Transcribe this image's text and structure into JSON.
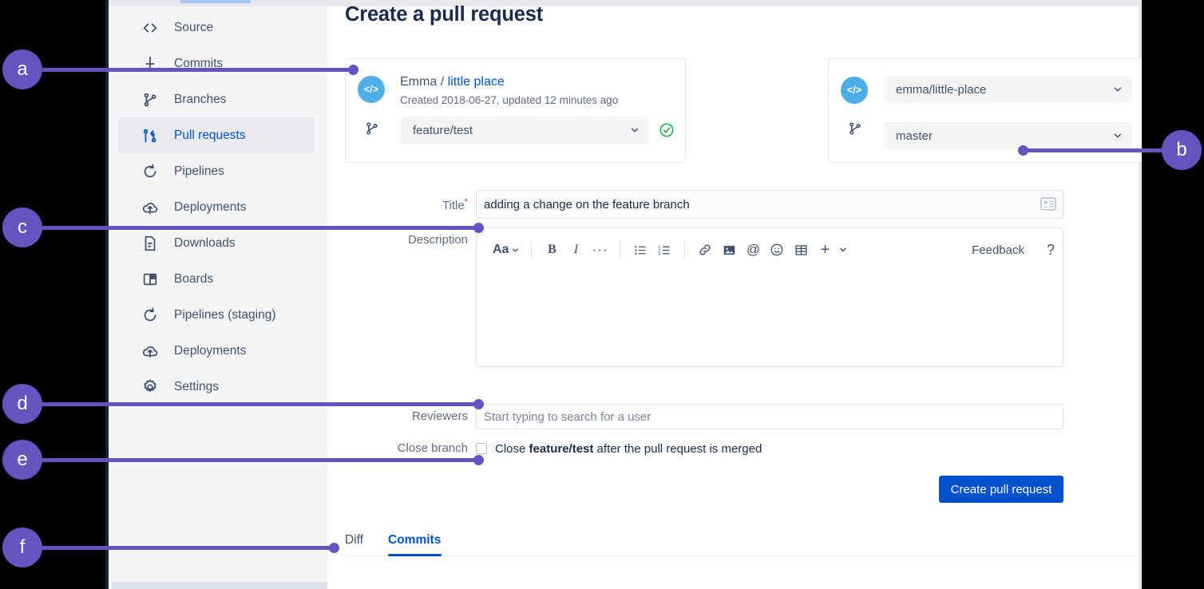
{
  "page": {
    "title": "Create a pull request"
  },
  "sidebar": {
    "items": [
      {
        "label": "Source",
        "icon": "code-brackets-icon",
        "active": false
      },
      {
        "label": "Commits",
        "icon": "commits-icon",
        "active": false
      },
      {
        "label": "Branches",
        "icon": "branch-icon",
        "active": false
      },
      {
        "label": "Pull requests",
        "icon": "pull-request-icon",
        "active": true
      },
      {
        "label": "Pipelines",
        "icon": "pipelines-icon",
        "active": false
      },
      {
        "label": "Deployments",
        "icon": "deployments-icon",
        "active": false
      },
      {
        "label": "Downloads",
        "icon": "downloads-icon",
        "active": false
      },
      {
        "label": "Boards",
        "icon": "boards-icon",
        "active": false
      },
      {
        "label": "Pipelines (staging)",
        "icon": "pipelines-icon",
        "active": false
      },
      {
        "label": "Deployments",
        "icon": "deployments-icon",
        "active": false
      },
      {
        "label": "Settings",
        "icon": "gear-icon",
        "active": false
      }
    ]
  },
  "source_panel": {
    "owner": "Emma",
    "separator": "/",
    "repo": "little place",
    "meta": "Created 2018-06-27, updated 12 minutes ago",
    "branch_value": "feature/test",
    "status": "valid"
  },
  "destination_panel": {
    "repo_value": "emma/little-place",
    "branch_value": "master",
    "status": "valid"
  },
  "form": {
    "title_label": "Title",
    "title_required_mark": "*",
    "title_value": "adding a change on the feature branch",
    "description_label": "Description",
    "description_value": "",
    "reviewers_label": "Reviewers",
    "reviewers_placeholder": "Start typing to search for a user",
    "close_branch_label": "Close branch",
    "close_branch_text_before": "Close ",
    "close_branch_branch": "feature/test",
    "close_branch_text_after": " after the pull request is merged",
    "close_branch_checked": false,
    "submit_label": "Create pull request"
  },
  "editor_toolbar": {
    "font_label": "Aa",
    "buttons": [
      "bold-icon",
      "italic-icon",
      "more-formatting-icon",
      "bullet-list-icon",
      "numbered-list-icon",
      "link-icon",
      "image-icon",
      "mention-icon",
      "emoji-icon",
      "table-icon",
      "insert-more-icon"
    ],
    "feedback_label": "Feedback",
    "help_label": "?"
  },
  "tabs": [
    {
      "label": "Diff",
      "active": false
    },
    {
      "label": "Commits",
      "active": true
    }
  ],
  "callouts": [
    {
      "key": "a",
      "target": "source-repo-panel"
    },
    {
      "key": "b",
      "target": "destination-branch-select"
    },
    {
      "key": "c",
      "target": "description-field"
    },
    {
      "key": "d",
      "target": "reviewers-field"
    },
    {
      "key": "e",
      "target": "close-branch-checkbox"
    },
    {
      "key": "f",
      "target": "diff-commits-tabs"
    }
  ],
  "colors": {
    "accent": "#6554c0",
    "link": "#0052cc",
    "primary_button": "#0052cc",
    "success": "#36b37e",
    "required": "#de350b",
    "avatar": "#4eaee8"
  }
}
